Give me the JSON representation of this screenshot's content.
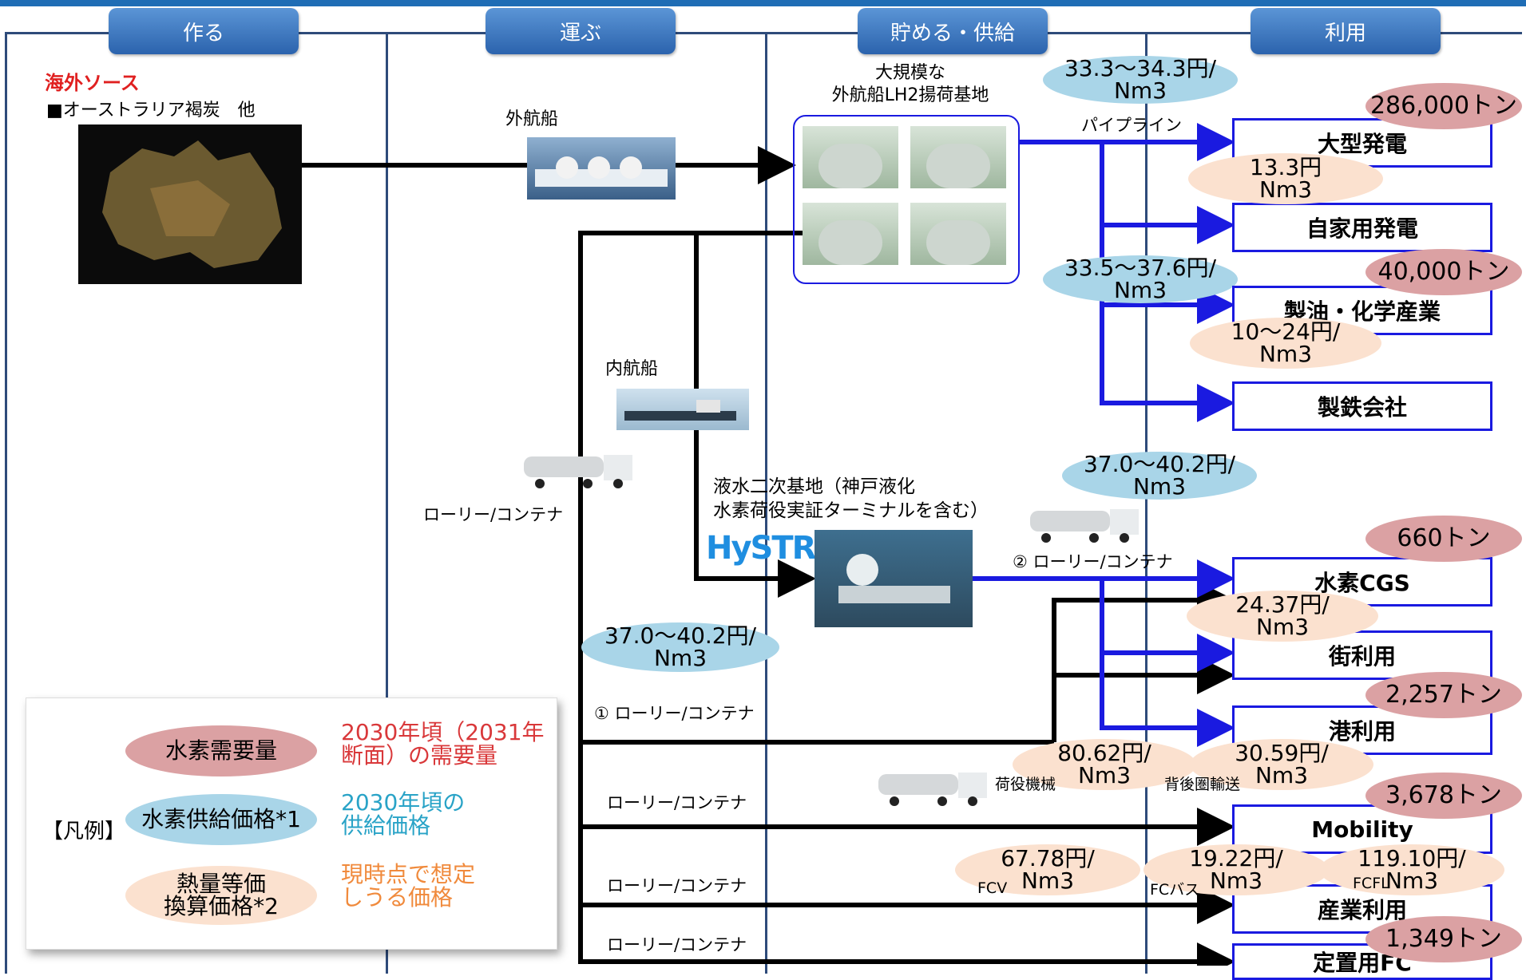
{
  "headers": {
    "make": "作る",
    "transport": "運ぶ",
    "store": "貯める・供給",
    "use": "利用"
  },
  "source": {
    "title": "海外ソース",
    "item": "■オーストラリア褐炭　他"
  },
  "ship": {
    "outer": "外航船",
    "inner": "内航船"
  },
  "base": {
    "large": "大規模な\n外航船LH2揚荷基地",
    "secondary": "液水二次基地（神戸液化\n水素荷役実証ターミナルを含む）",
    "hystra": "HySTRA"
  },
  "transport_labels": {
    "pipeline": "パイプライン",
    "lorry": "ローリー/コンテナ",
    "lorry1": "① ローリー/コンテナ",
    "lorry2": "② ローリー/コンテナ"
  },
  "supply_prices": [
    "33.3〜34.3円/\nNm3",
    "33.5〜37.6円/\nNm3",
    "37.0〜40.2円/\nNm3",
    "37.0〜40.2円/\nNm3"
  ],
  "demand": [
    "286,000トン",
    "40,000トン",
    "660トン",
    "2,257トン",
    "3,678トン",
    "1,349トン"
  ],
  "heat_prices": {
    "p1": "13.3円\nNm3",
    "p2": "10〜24円/\nNm3",
    "p3": "24.37円/\nNm3",
    "p4": "80.62円/\nNm3",
    "p5": "30.59円/\nNm3",
    "p6": "67.78円/\nNm3",
    "p7": "19.22円/\nNm3",
    "p8": "119.10円/\nNm3"
  },
  "heat_tags": {
    "cargo": "荷役機械",
    "hinter": "背後圏輸送",
    "fcv": "FCV",
    "fcbus": "FCバス",
    "fcfl": "FCFL"
  },
  "uses": [
    "大型発電",
    "自家用発電",
    "製油・化学産業",
    "製鉄会社",
    "水素CGS",
    "街利用",
    "港利用",
    "Mobility",
    "産業利用",
    "定置用FC"
  ],
  "legend": {
    "title": "【凡例】",
    "demand": "水素需要量",
    "demand_desc": "2030年頃（2031年\n断面）の需要量",
    "supply": "水素供給価格*1",
    "supply_desc": "2030年頃の\n供給価格",
    "heat": "熱量等価\n換算価格*2",
    "heat_desc": "現時点で想定\nしうる価格"
  },
  "colors": {
    "header": "#2b63ad",
    "supply": "#a9d5e8",
    "demand": "#dba1a3",
    "heat": "#fbe1cf",
    "blue_line": "#1a1ae0",
    "demand_text": "#d9383a",
    "supply_text": "#29a3c7",
    "heat_text": "#f08a3c"
  }
}
